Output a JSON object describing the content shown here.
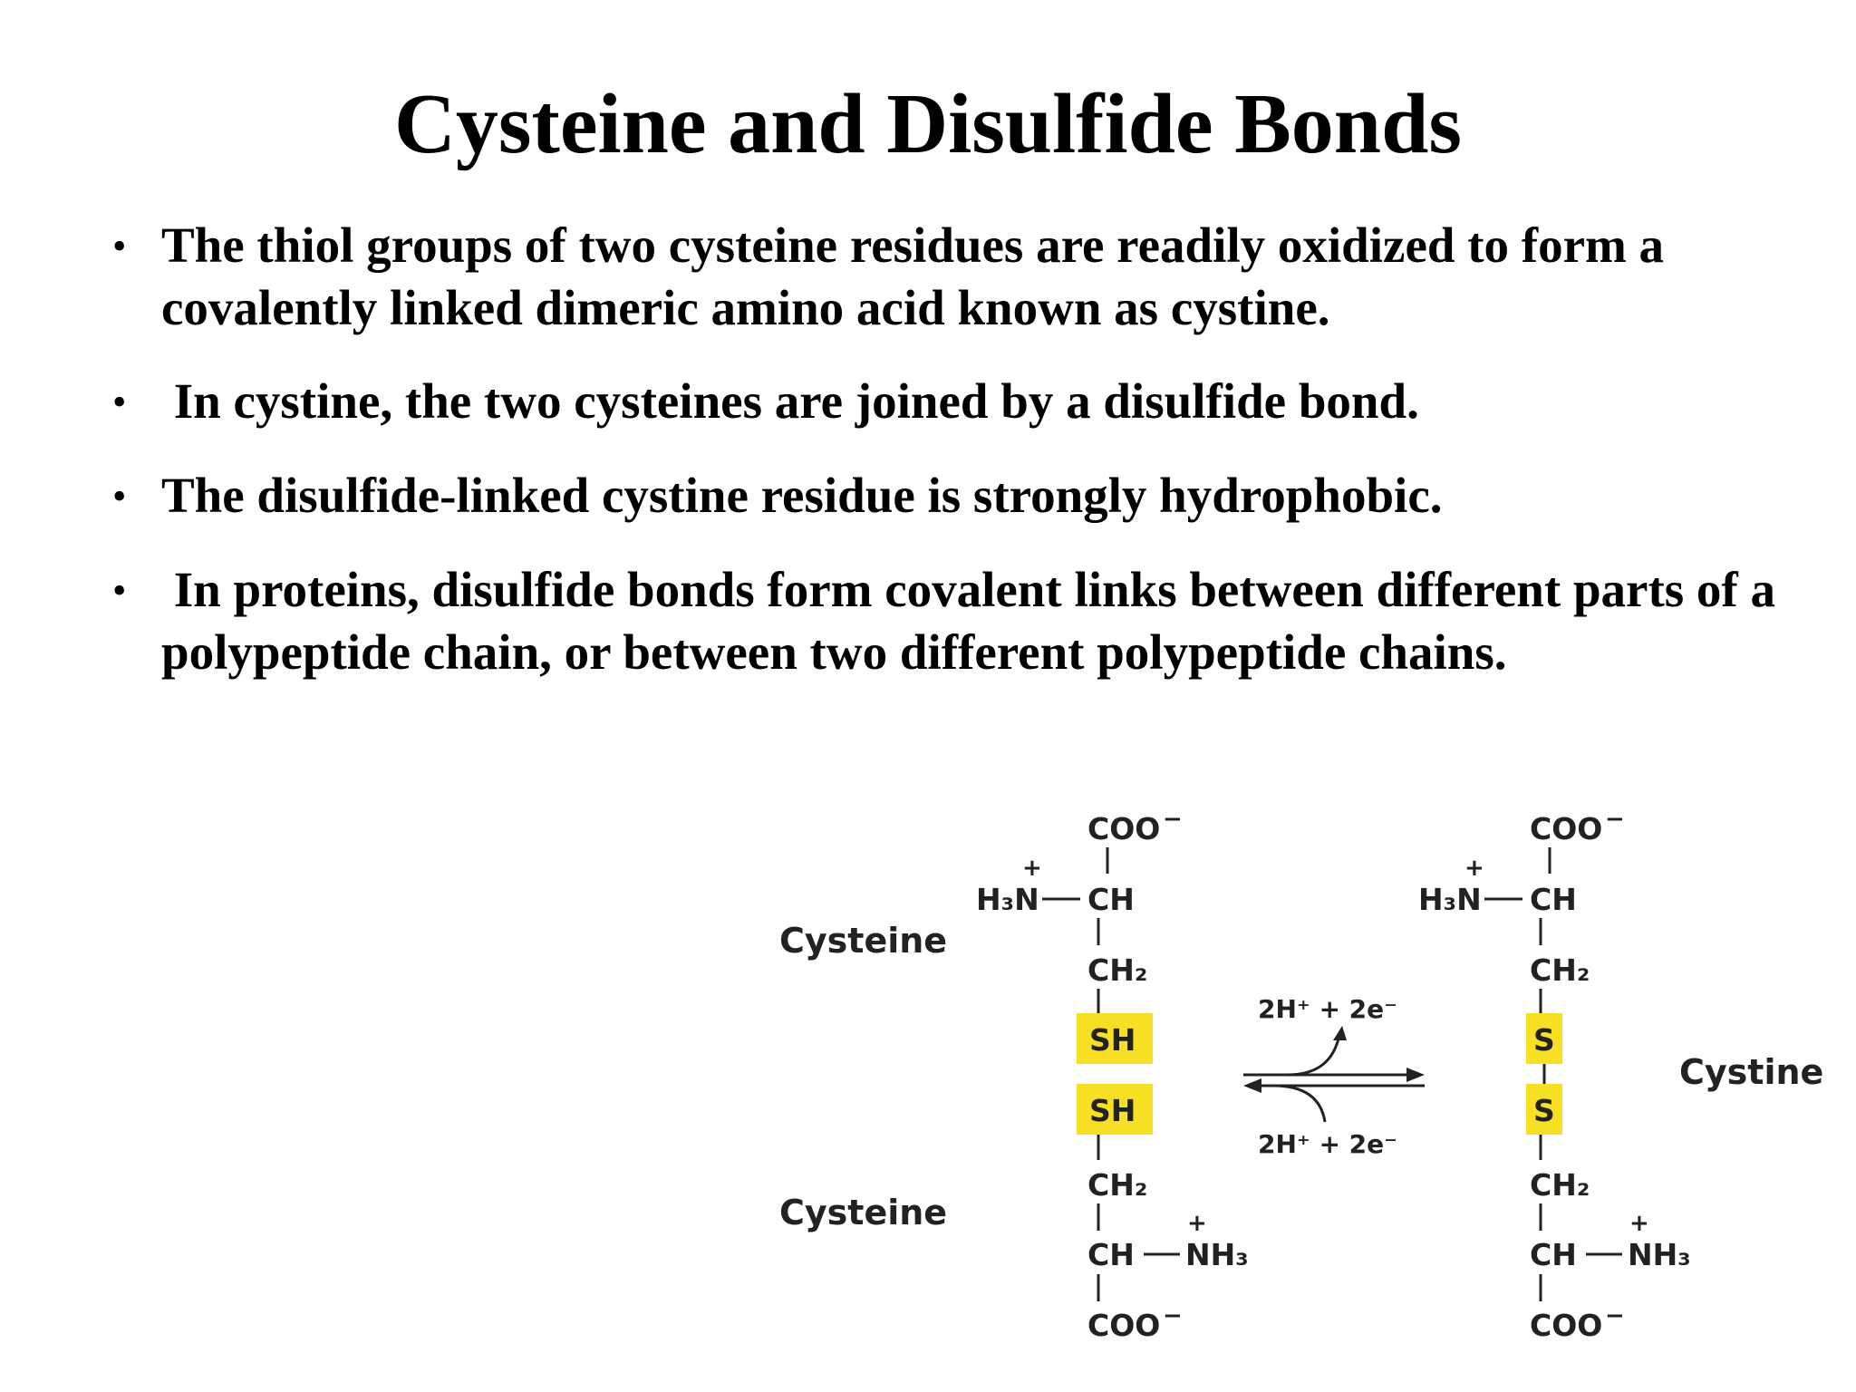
{
  "title": "Cysteine and Disulfide Bonds",
  "bullets": [
    "The thiol groups of two cysteine residues are readily oxidized to form a covalently linked dimeric amino acid known as cystine.",
    " In cystine, the two cysteines are joined by a disulfide bond.",
    "The disulfide-linked cystine residue is strongly hydrophobic.",
    " In proteins, disulfide bonds form covalent links between different parts of a polypeptide chain, or between two different polypeptide chains."
  ],
  "figure": {
    "label_cysteine_top": "Cysteine",
    "label_cysteine_bottom": "Cysteine",
    "label_cystine": "Cystine",
    "reaction_top": "2H⁺ + 2e⁻",
    "reaction_bottom": "2H⁺ + 2e⁻",
    "coo": "COO",
    "minus": "−",
    "plus": "+",
    "h3n": "H₃N",
    "nh3": "NH₃",
    "ch": "CH",
    "ch2": "CH₂",
    "sh": "SH",
    "s": "S",
    "highlight_color": "#f7e024"
  }
}
